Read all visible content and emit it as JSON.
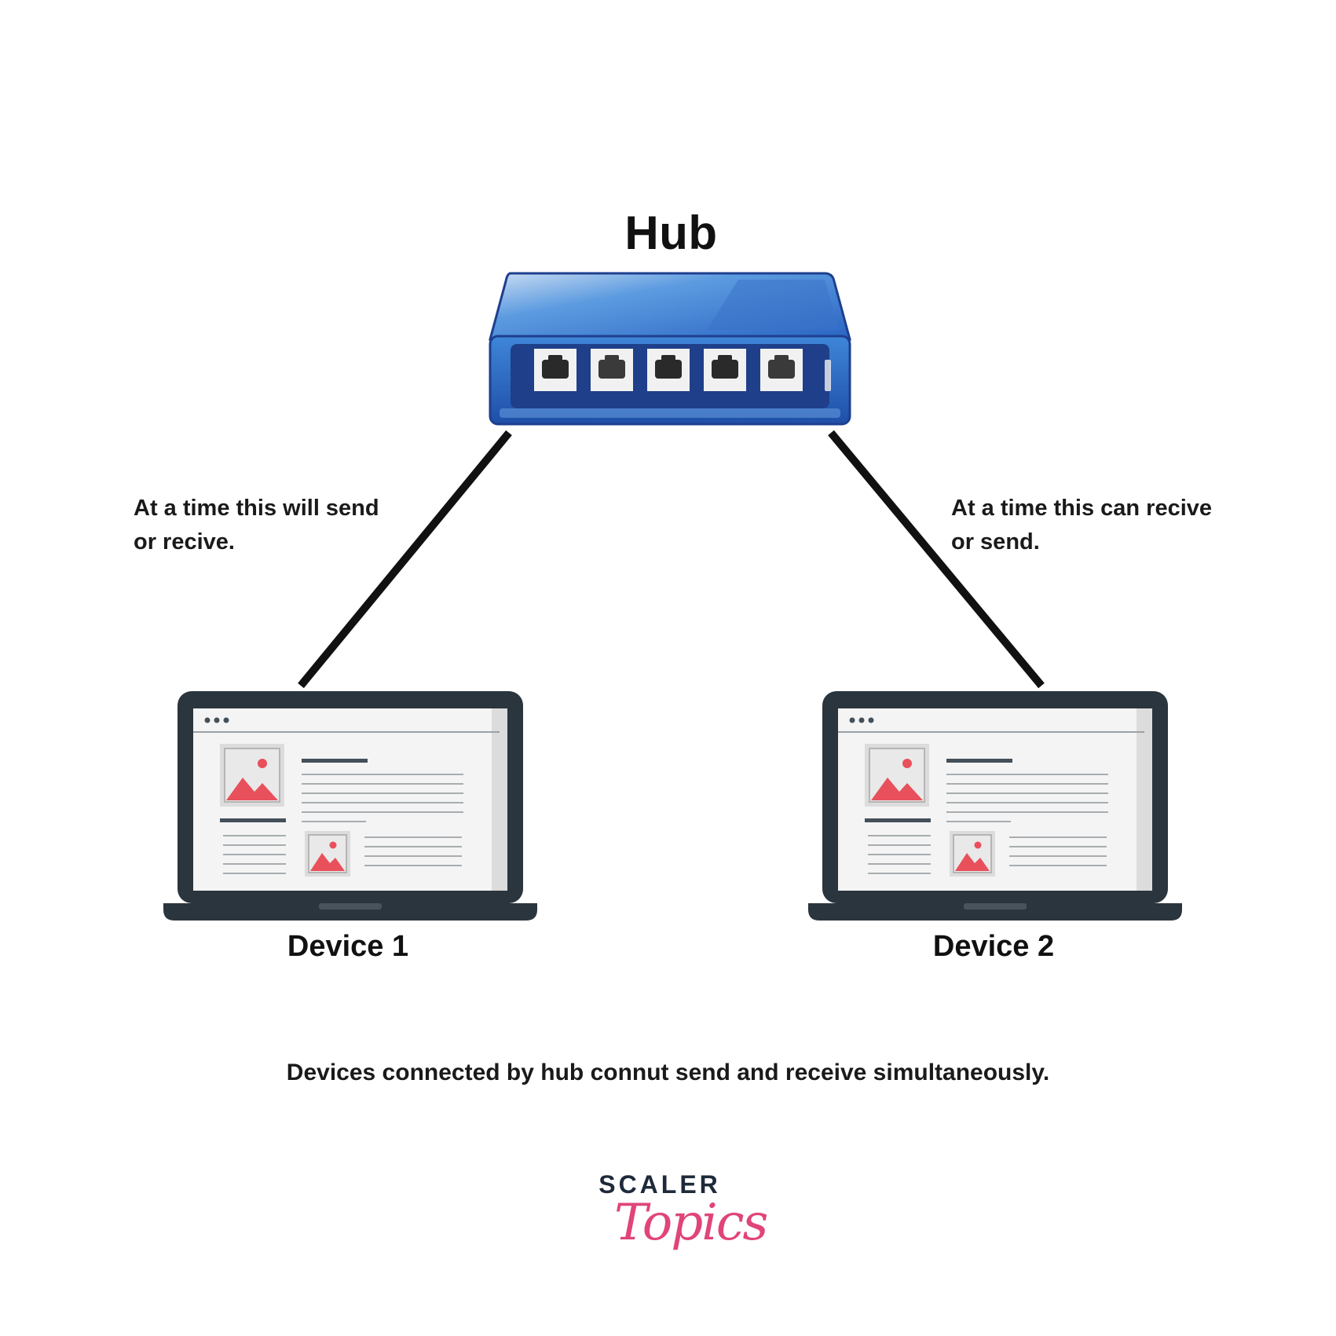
{
  "hub": {
    "title": "Hub"
  },
  "notes": {
    "left": {
      "line1": "At a time this will send",
      "line2": "or recive."
    },
    "right": {
      "line1": "At a time this can recive",
      "line2": "or send."
    }
  },
  "devices": [
    {
      "label": "Device 1"
    },
    {
      "label": "Device 2"
    }
  ],
  "caption": "Devices connected by hub connut send and receive simultaneously.",
  "logo": {
    "line1": "SCALER",
    "line2": "Topics"
  },
  "colors": {
    "hub_blue": "#2f7fd0",
    "hub_dark": "#1e3f8f",
    "laptop_frame": "#2b353d",
    "image_red": "#e8505b",
    "logo_pink": "#e0447a",
    "logo_navy": "#1e2a3a"
  }
}
